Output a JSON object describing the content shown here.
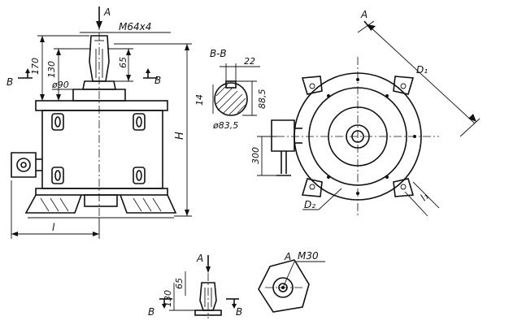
{
  "labels": {
    "view_arrow_front": "A",
    "thread_front": "M64x4",
    "dim_170": "170",
    "dim_130_front": "130",
    "dim_65_front": "65",
    "dim_dia90": "ø90",
    "section_b_left": "B",
    "section_b_right": "B",
    "dim_height": "H",
    "dim_l_front": "l",
    "section_title": "B-B",
    "dim_22": "22",
    "dim_14": "14",
    "dim_88_5": "88,5",
    "dim_dia83_5": "ø83,5",
    "top_view_arrow": "A",
    "dim_D1": "D₁",
    "dim_300": "300",
    "dim_D2": "D₂",
    "dim_l1": "l₁",
    "small_arrow_a": "A",
    "small_dim_65": "65",
    "small_dim_130": "130",
    "small_b_left": "B",
    "small_b_right": "B",
    "detail_a": "A",
    "detail_thread": "M30"
  }
}
